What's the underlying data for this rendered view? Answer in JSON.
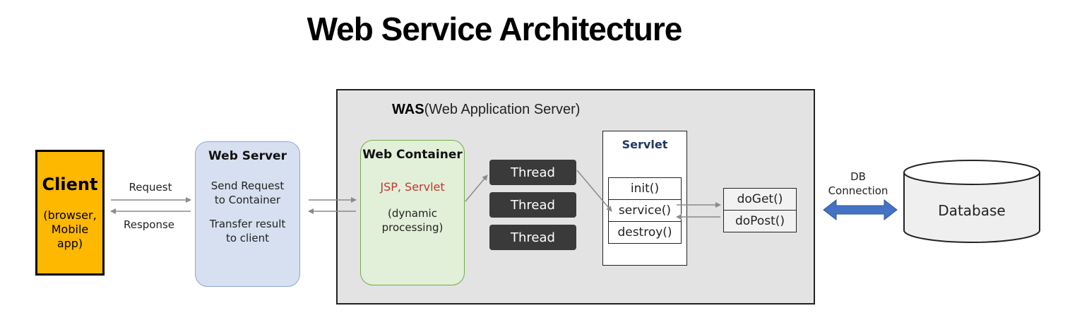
{
  "title": "Web Service Architecture",
  "client": {
    "title": "Client",
    "subtitle_line1": "(browser,",
    "subtitle_line2": "Mobile app)"
  },
  "client_arrows": {
    "request": "Request",
    "response": "Response"
  },
  "web_server": {
    "title": "Web Server",
    "line1": "Send Request",
    "line2": "to Container",
    "line3": "Transfer result",
    "line4": "to client"
  },
  "was": {
    "label_bold": "WAS",
    "label_rest": "(Web Application Server)"
  },
  "web_container": {
    "title": "Web Container",
    "tech": "JSP, Servlet",
    "line1": "(dynamic",
    "line2": "processing)"
  },
  "threads": [
    "Thread",
    "Thread",
    "Thread"
  ],
  "servlet": {
    "title": "Servlet",
    "methods": [
      "init()",
      "service()",
      "destroy()"
    ]
  },
  "handlers": [
    "doGet()",
    "doPost()"
  ],
  "db_connection": {
    "line1": "DB",
    "line2": "Connection"
  },
  "database": {
    "label": "Database"
  },
  "colors": {
    "client_fill": "#ffb800",
    "web_server_fill": "#d6e0f0",
    "web_container_fill": "#e2efd9",
    "was_fill": "#e3e3e3",
    "thread_fill": "#3a3a3a",
    "db_arrow": "#4472c4",
    "tech_text": "#c0392b",
    "servlet_title": "#1f3864"
  }
}
